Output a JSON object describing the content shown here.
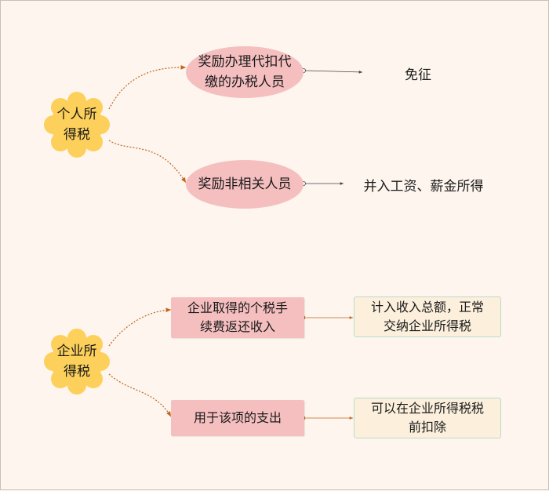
{
  "colors": {
    "background": "#fdf5ee",
    "root_fill": "#fcd05a",
    "branch_fill": "#f5bfc0",
    "leaf_fill": "#fcf0dd",
    "leaf_border": "#b9dcc8",
    "connector": "#c0651c",
    "arrow": "#555555"
  },
  "diagram": {
    "tree1": {
      "root": "个人所\n得税",
      "branch1": "奖励办理代扣代\n缴的办税人员",
      "result1": "免征",
      "branch2": "奖励非相关人员",
      "result2": "并入工资、薪金所得"
    },
    "tree2": {
      "root": "企业所\n得税",
      "branch1": "企业取得的个税手\n续费返还收入",
      "result1": "计入收入总额，正常\n交纳企业所得税",
      "branch2": "用于该项的支出",
      "result2": "可以在企业所得税税\n前扣除"
    }
  }
}
